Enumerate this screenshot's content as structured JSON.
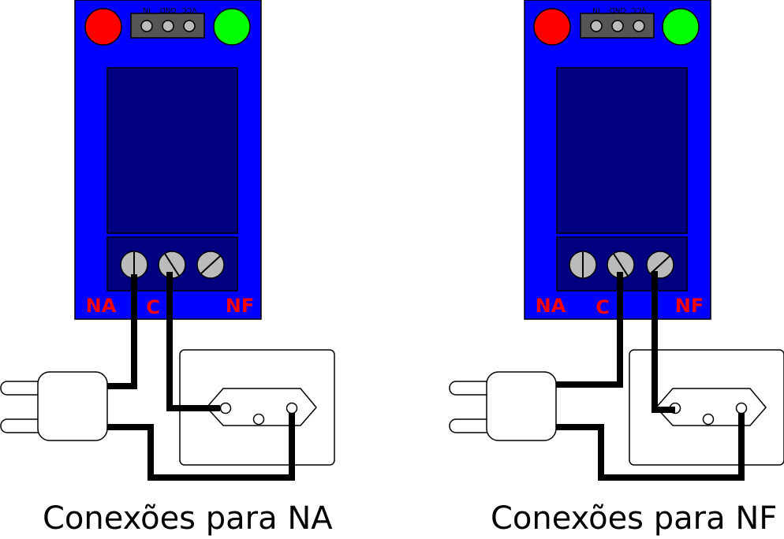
{
  "diagrams": [
    {
      "id": "na",
      "caption": "Conexões para NA",
      "pins": [
        "IN",
        "GND",
        "VCC"
      ],
      "terminals": [
        "NA",
        "C",
        "NF"
      ],
      "wired_terminals": [
        "NA",
        "C"
      ]
    },
    {
      "id": "nf",
      "caption": "Conexões para NF",
      "pins": [
        "IN",
        "GND",
        "VCC"
      ],
      "terminals": [
        "NA",
        "C",
        "NF"
      ],
      "wired_terminals": [
        "C",
        "NF"
      ]
    }
  ],
  "colors": {
    "board": "#0000ff",
    "relay": "#000080",
    "led_left": "#ff0000",
    "led_right": "#00ff00",
    "header": "#555555",
    "screw": "#bbbbbb",
    "label": "#ff0000",
    "wire": "#000000"
  }
}
